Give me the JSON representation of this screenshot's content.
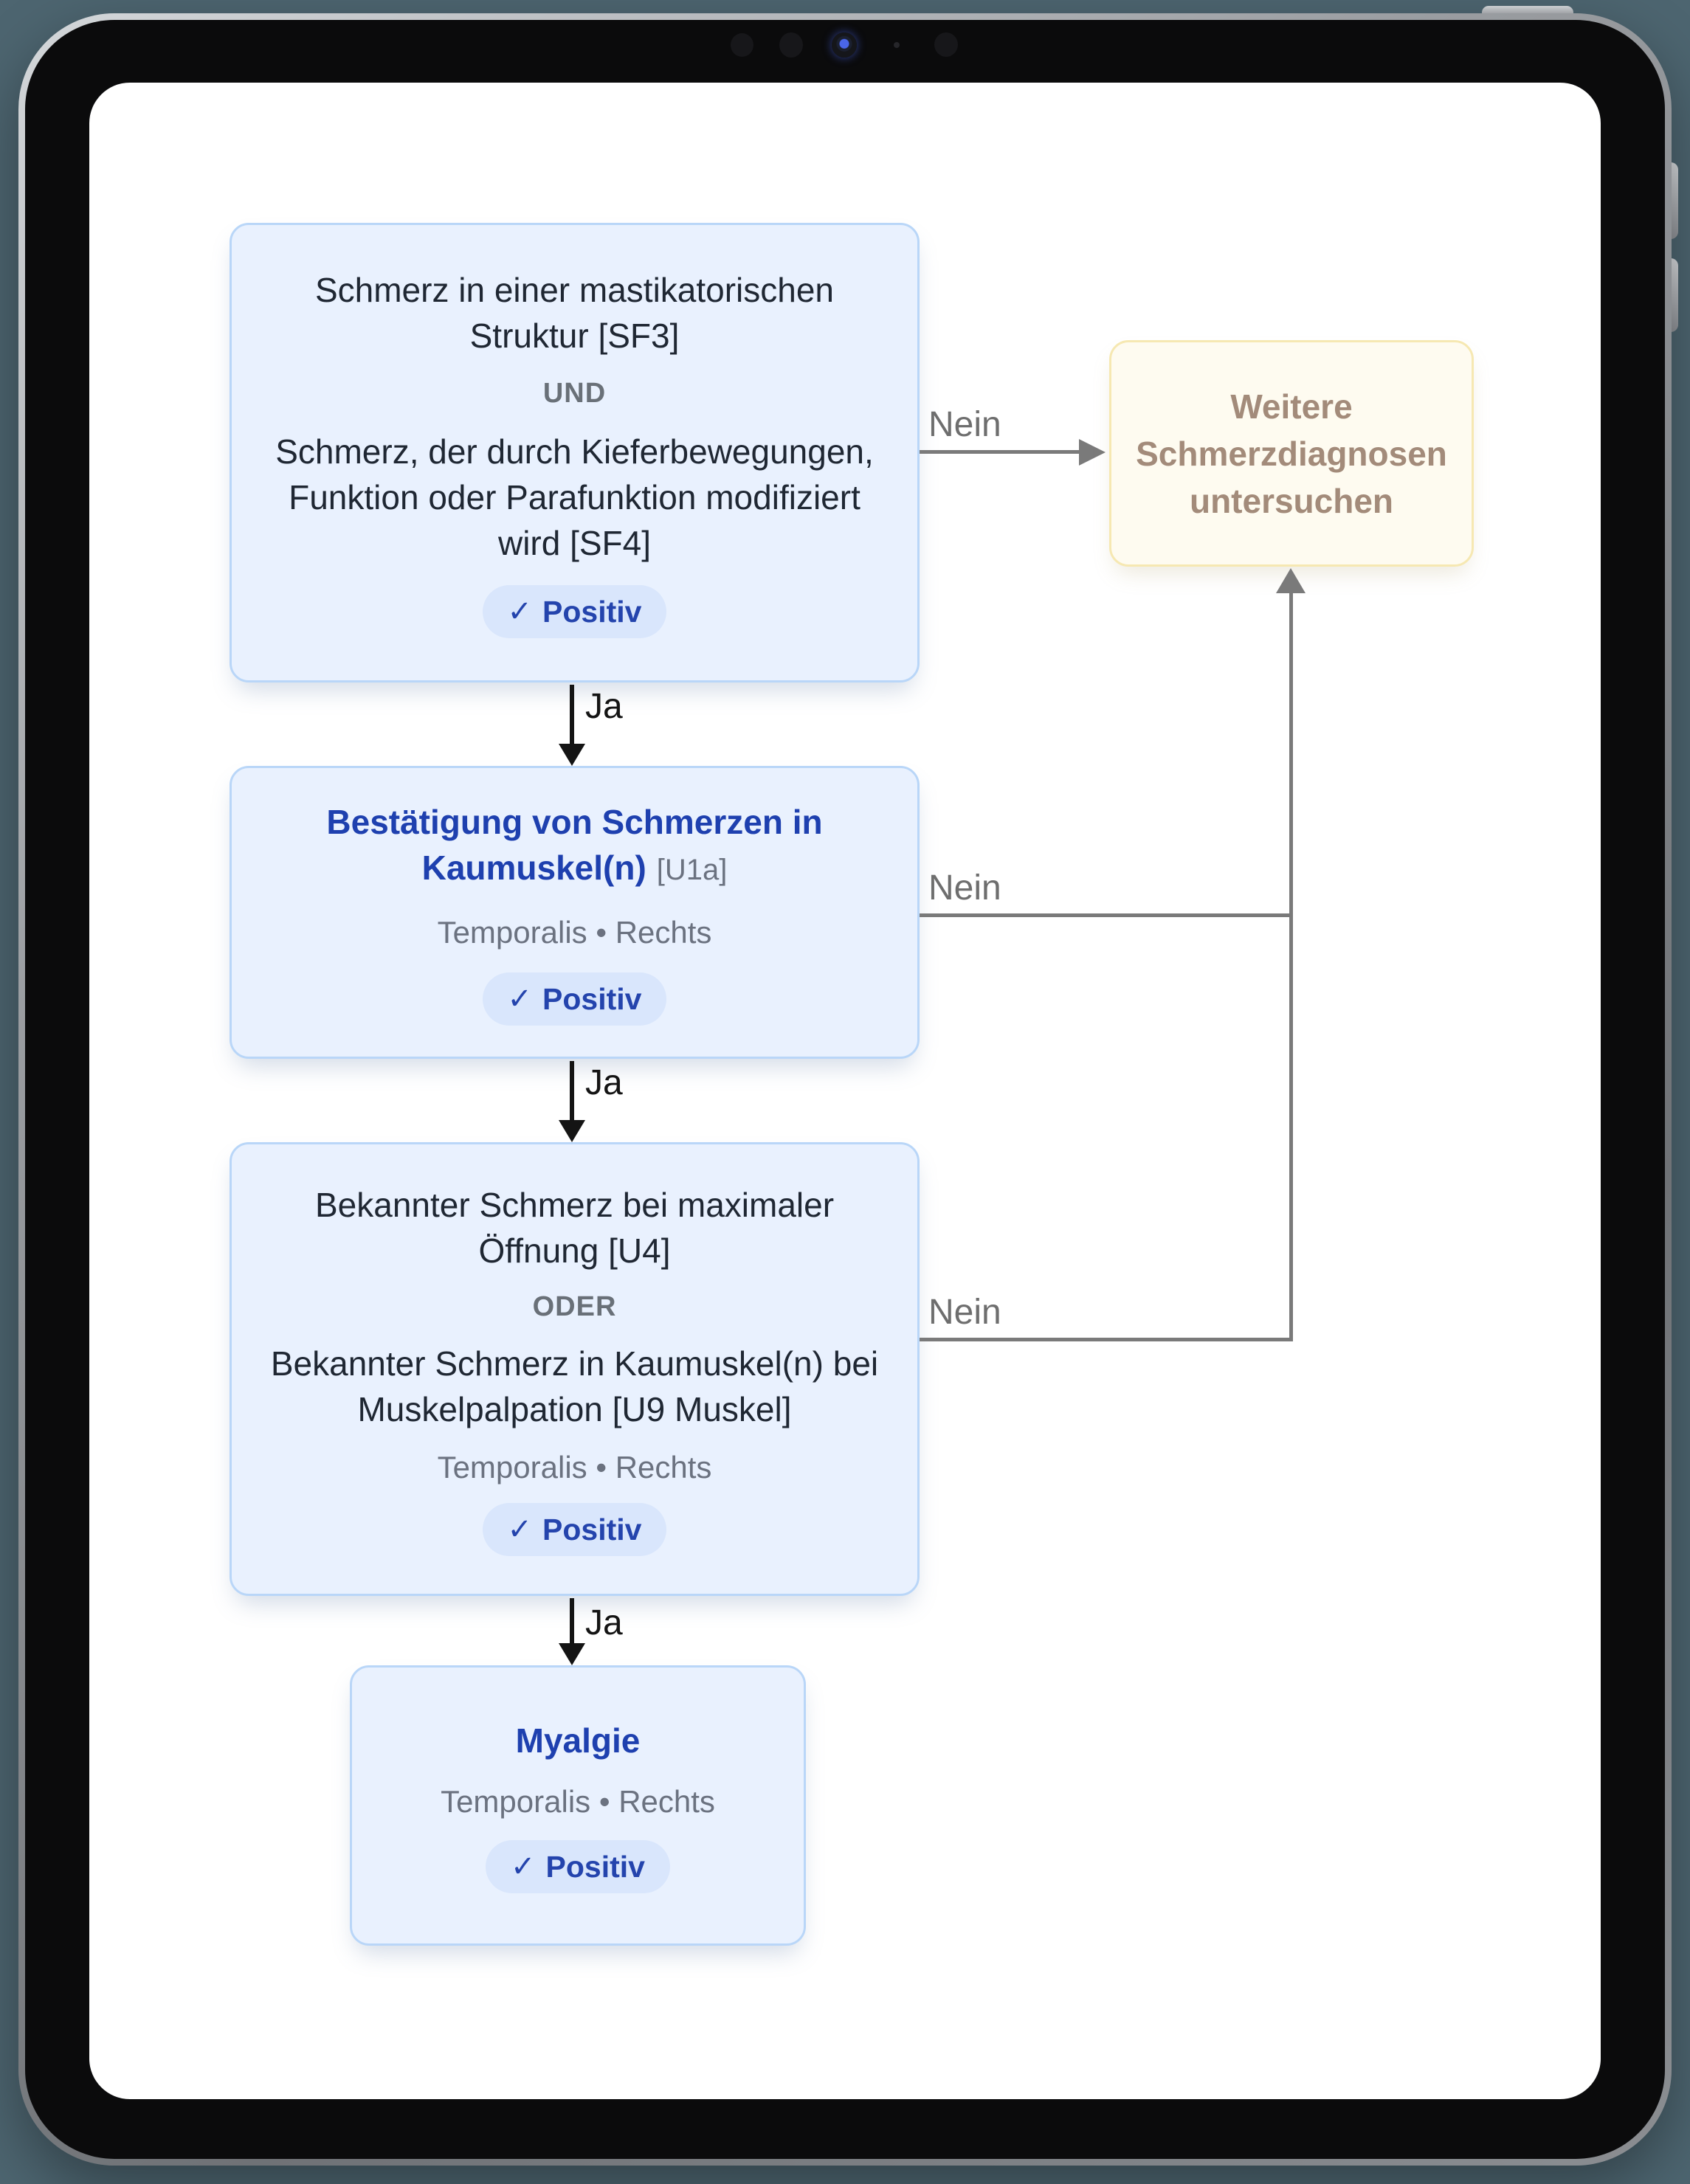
{
  "icons": {
    "check": "✓"
  },
  "colors": {
    "canvas_background": "#4d6570",
    "bezel": "#0b0b0c",
    "screen": "#ffffff",
    "node_background": "#e9f1fe",
    "node_border": "#b9d6f8",
    "node_title_dark": "#1f2733",
    "node_title_blue": "#1e40af",
    "muted_text": "#6b7280",
    "badge_background": "#d9e6fc",
    "badge_text": "#2444ad",
    "outcome_background": "#fefbf0",
    "outcome_border": "#f6e8b2",
    "outcome_text": "#a38b7a",
    "edge_gray": "#7a7a7a",
    "edge_black": "#141414"
  },
  "flow": {
    "nodes": {
      "screening": {
        "line1": "Schmerz in einer mastikatorischen\nStruktur [SF3]",
        "operator": "UND",
        "line2": "Schmerz, der durch Kieferbewegungen,\nFunktion oder Parafunktion modifiziert\nwird [SF4]",
        "status": "Positiv"
      },
      "confirmation": {
        "title": "Bestätigung von Schmerzen in\nKaumuskel(n)",
        "code": "[U1a]",
        "location": "Temporalis • Rechts",
        "status": "Positiv"
      },
      "examination": {
        "line1": "Bekannter Schmerz bei maximaler\nÖffnung [U4]",
        "operator": "ODER",
        "line2": "Bekannter Schmerz in Kaumuskel(n) bei\nMuskelpalpation [U9 Muskel]",
        "location": "Temporalis • Rechts",
        "status": "Positiv"
      },
      "diagnosis": {
        "title": "Myalgie",
        "location": "Temporalis • Rechts",
        "status": "Positiv"
      },
      "outcome": {
        "title": "Weitere\nSchmerzdiagnosen\nuntersuchen"
      }
    },
    "edges": {
      "ja1": "Ja",
      "ja2": "Ja",
      "ja3": "Ja",
      "nein1": "Nein",
      "nein2": "Nein",
      "nein3": "Nein"
    }
  }
}
